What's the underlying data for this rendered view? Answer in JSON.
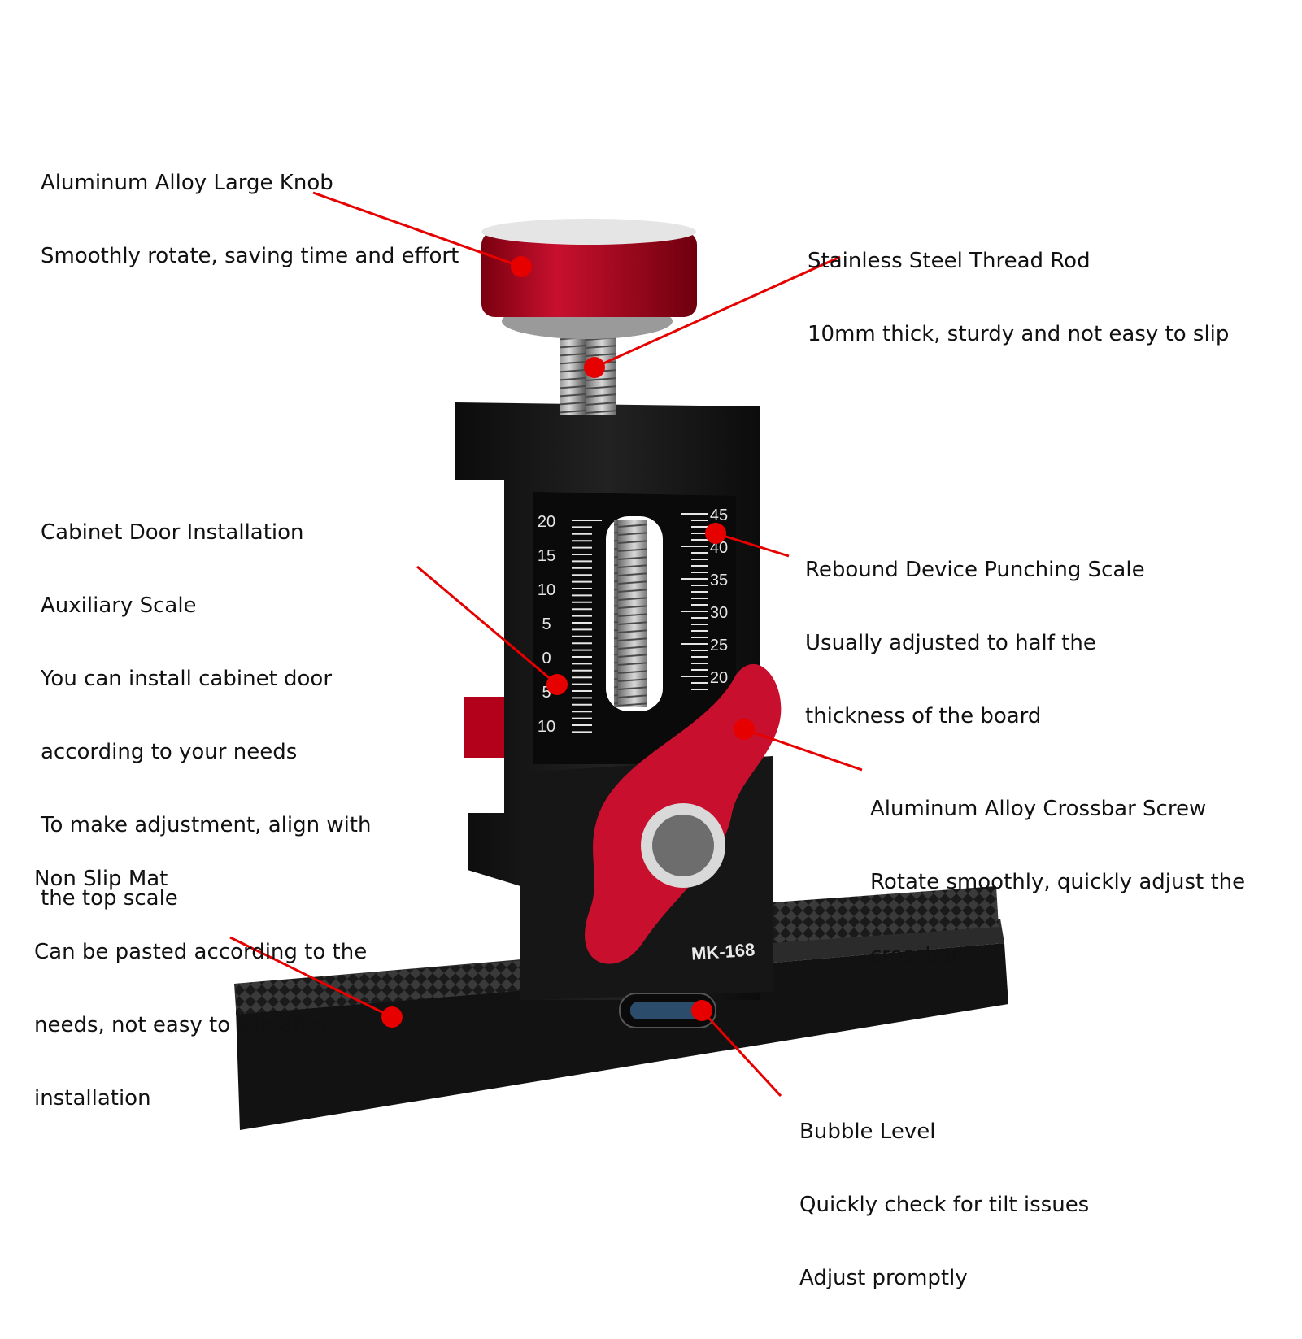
{
  "colors": {
    "accent": "#e60000",
    "anodized_red": "#b3001b",
    "black_body": "#141414",
    "text": "#111111"
  },
  "product": {
    "model": "MK-168",
    "left_scale_labels": [
      "20",
      "15",
      "10",
      "5",
      "0",
      "5",
      "10"
    ],
    "right_scale_labels": [
      "45",
      "40",
      "35",
      "30",
      "25",
      "20"
    ]
  },
  "callouts": [
    {
      "id": "knob",
      "title": "Aluminum Alloy Large Knob",
      "lines": [
        "Smoothly rotate, saving time and effort"
      ]
    },
    {
      "id": "thread-rod",
      "title": "Stainless Steel Thread Rod",
      "lines": [
        "10mm thick, sturdy and not easy to slip"
      ]
    },
    {
      "id": "door-scale",
      "title": "Cabinet Door Installation",
      "lines": [
        "Auxiliary Scale",
        "You can install cabinet door",
        "according to your needs",
        "To make adjustment, align with",
        "the top scale"
      ]
    },
    {
      "id": "rebound-scale",
      "title": "Rebound Device Punching Scale",
      "lines": [
        "Usually adjusted to half the",
        "thickness of the board"
      ]
    },
    {
      "id": "crossbar-screw",
      "title": "Aluminum Alloy Crossbar Screw",
      "lines": [
        "Rotate smoothly, quickly adjust the",
        "crossbar"
      ]
    },
    {
      "id": "non-slip-mat",
      "title": "Non Slip Mat",
      "lines": [
        "Can be pasted according to the",
        "needs, not easy to slip after",
        "installation"
      ]
    },
    {
      "id": "bubble-level",
      "title": "Bubble Level",
      "lines": [
        "Quickly check for tilt issues",
        "Adjust promptly"
      ]
    }
  ]
}
